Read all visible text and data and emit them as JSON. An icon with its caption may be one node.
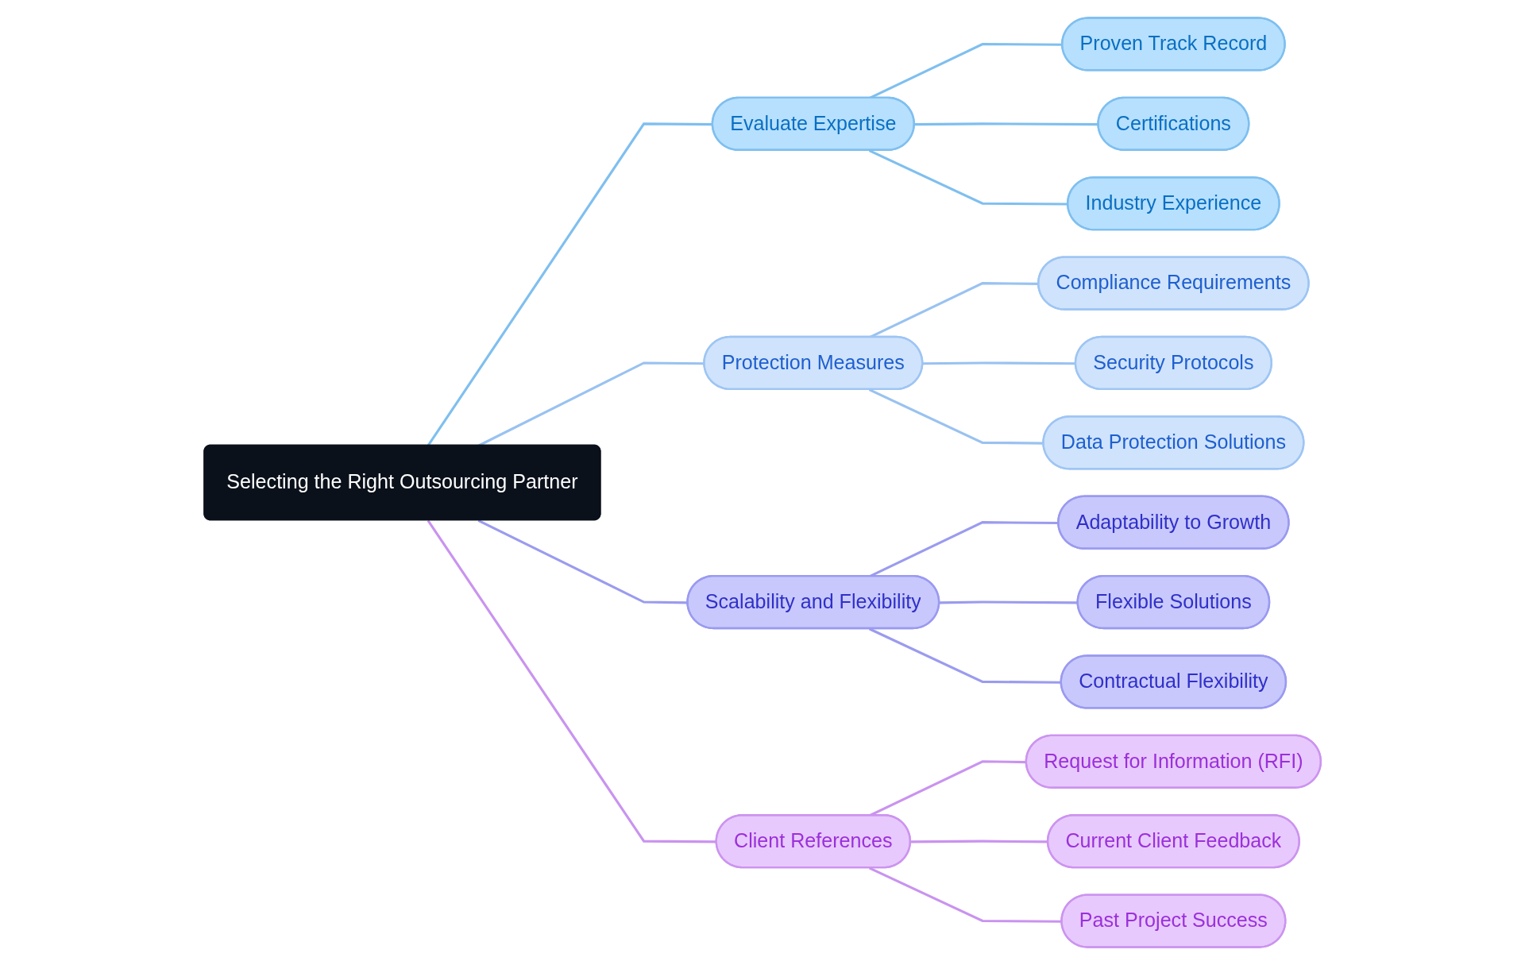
{
  "diagram": {
    "nodes": [
      {
        "text": [
          "Selecting the Right Outsourcing Partner"
        ]
      },
      {
        "text": [
          "Evaluate Expertise"
        ]
      },
      {
        "text": [
          "Proven Track Record"
        ]
      },
      {
        "text": [
          "Certifications"
        ]
      },
      {
        "text": [
          "Industry Experience"
        ]
      },
      {
        "text": [
          "Protection Measures"
        ]
      },
      {
        "text": [
          "Compliance Requirements"
        ]
      },
      {
        "text": [
          "Security Protocols"
        ]
      },
      {
        "text": [
          "Data Protection Solutions"
        ]
      },
      {
        "text": [
          "Scalability and Flexibility"
        ]
      },
      {
        "text": [
          "Adaptability to Growth"
        ]
      },
      {
        "text": [
          "Flexible Solutions"
        ]
      },
      {
        "text": [
          "Contractual Flexibility"
        ]
      },
      {
        "text": [
          "Client References"
        ]
      },
      {
        "text": [
          "Request for Information (RFI)"
        ]
      },
      {
        "text": [
          "Current Client Feedback"
        ]
      },
      {
        "text": [
          "Past Project Success"
        ]
      }
    ],
    "edges": [
      {
        "from": 0,
        "to": 1,
        "arrow": "none",
        "color": "#7fbfef"
      },
      {
        "from": 1,
        "to": 2,
        "arrow": "none",
        "color": "#7fbfef"
      },
      {
        "from": 1,
        "to": 3,
        "arrow": "none",
        "color": "#7fbfef"
      },
      {
        "from": 1,
        "to": 4,
        "arrow": "none",
        "color": "#7fbfef"
      },
      {
        "from": 0,
        "to": 5,
        "arrow": "none",
        "color": "#99c2f0"
      },
      {
        "from": 5,
        "to": 6,
        "arrow": "none",
        "color": "#99c2f0"
      },
      {
        "from": 5,
        "to": 7,
        "arrow": "none",
        "color": "#99c2f0"
      },
      {
        "from": 5,
        "to": 8,
        "arrow": "none",
        "color": "#99c2f0"
      },
      {
        "from": 0,
        "to": 9,
        "arrow": "none",
        "color": "#9b9bef"
      },
      {
        "from": 9,
        "to": 10,
        "arrow": "none",
        "color": "#9b9bef"
      },
      {
        "from": 9,
        "to": 11,
        "arrow": "none",
        "color": "#9b9bef"
      },
      {
        "from": 9,
        "to": 12,
        "arrow": "none",
        "color": "#9b9bef"
      },
      {
        "from": 0,
        "to": 13,
        "arrow": "none",
        "color": "#c993ef"
      },
      {
        "from": 13,
        "to": 14,
        "arrow": "none",
        "color": "#c993ef"
      },
      {
        "from": 13,
        "to": 15,
        "arrow": "none",
        "color": "#c993ef"
      },
      {
        "from": 13,
        "to": 16,
        "arrow": "none",
        "color": "#c993ef"
      }
    ]
  }
}
